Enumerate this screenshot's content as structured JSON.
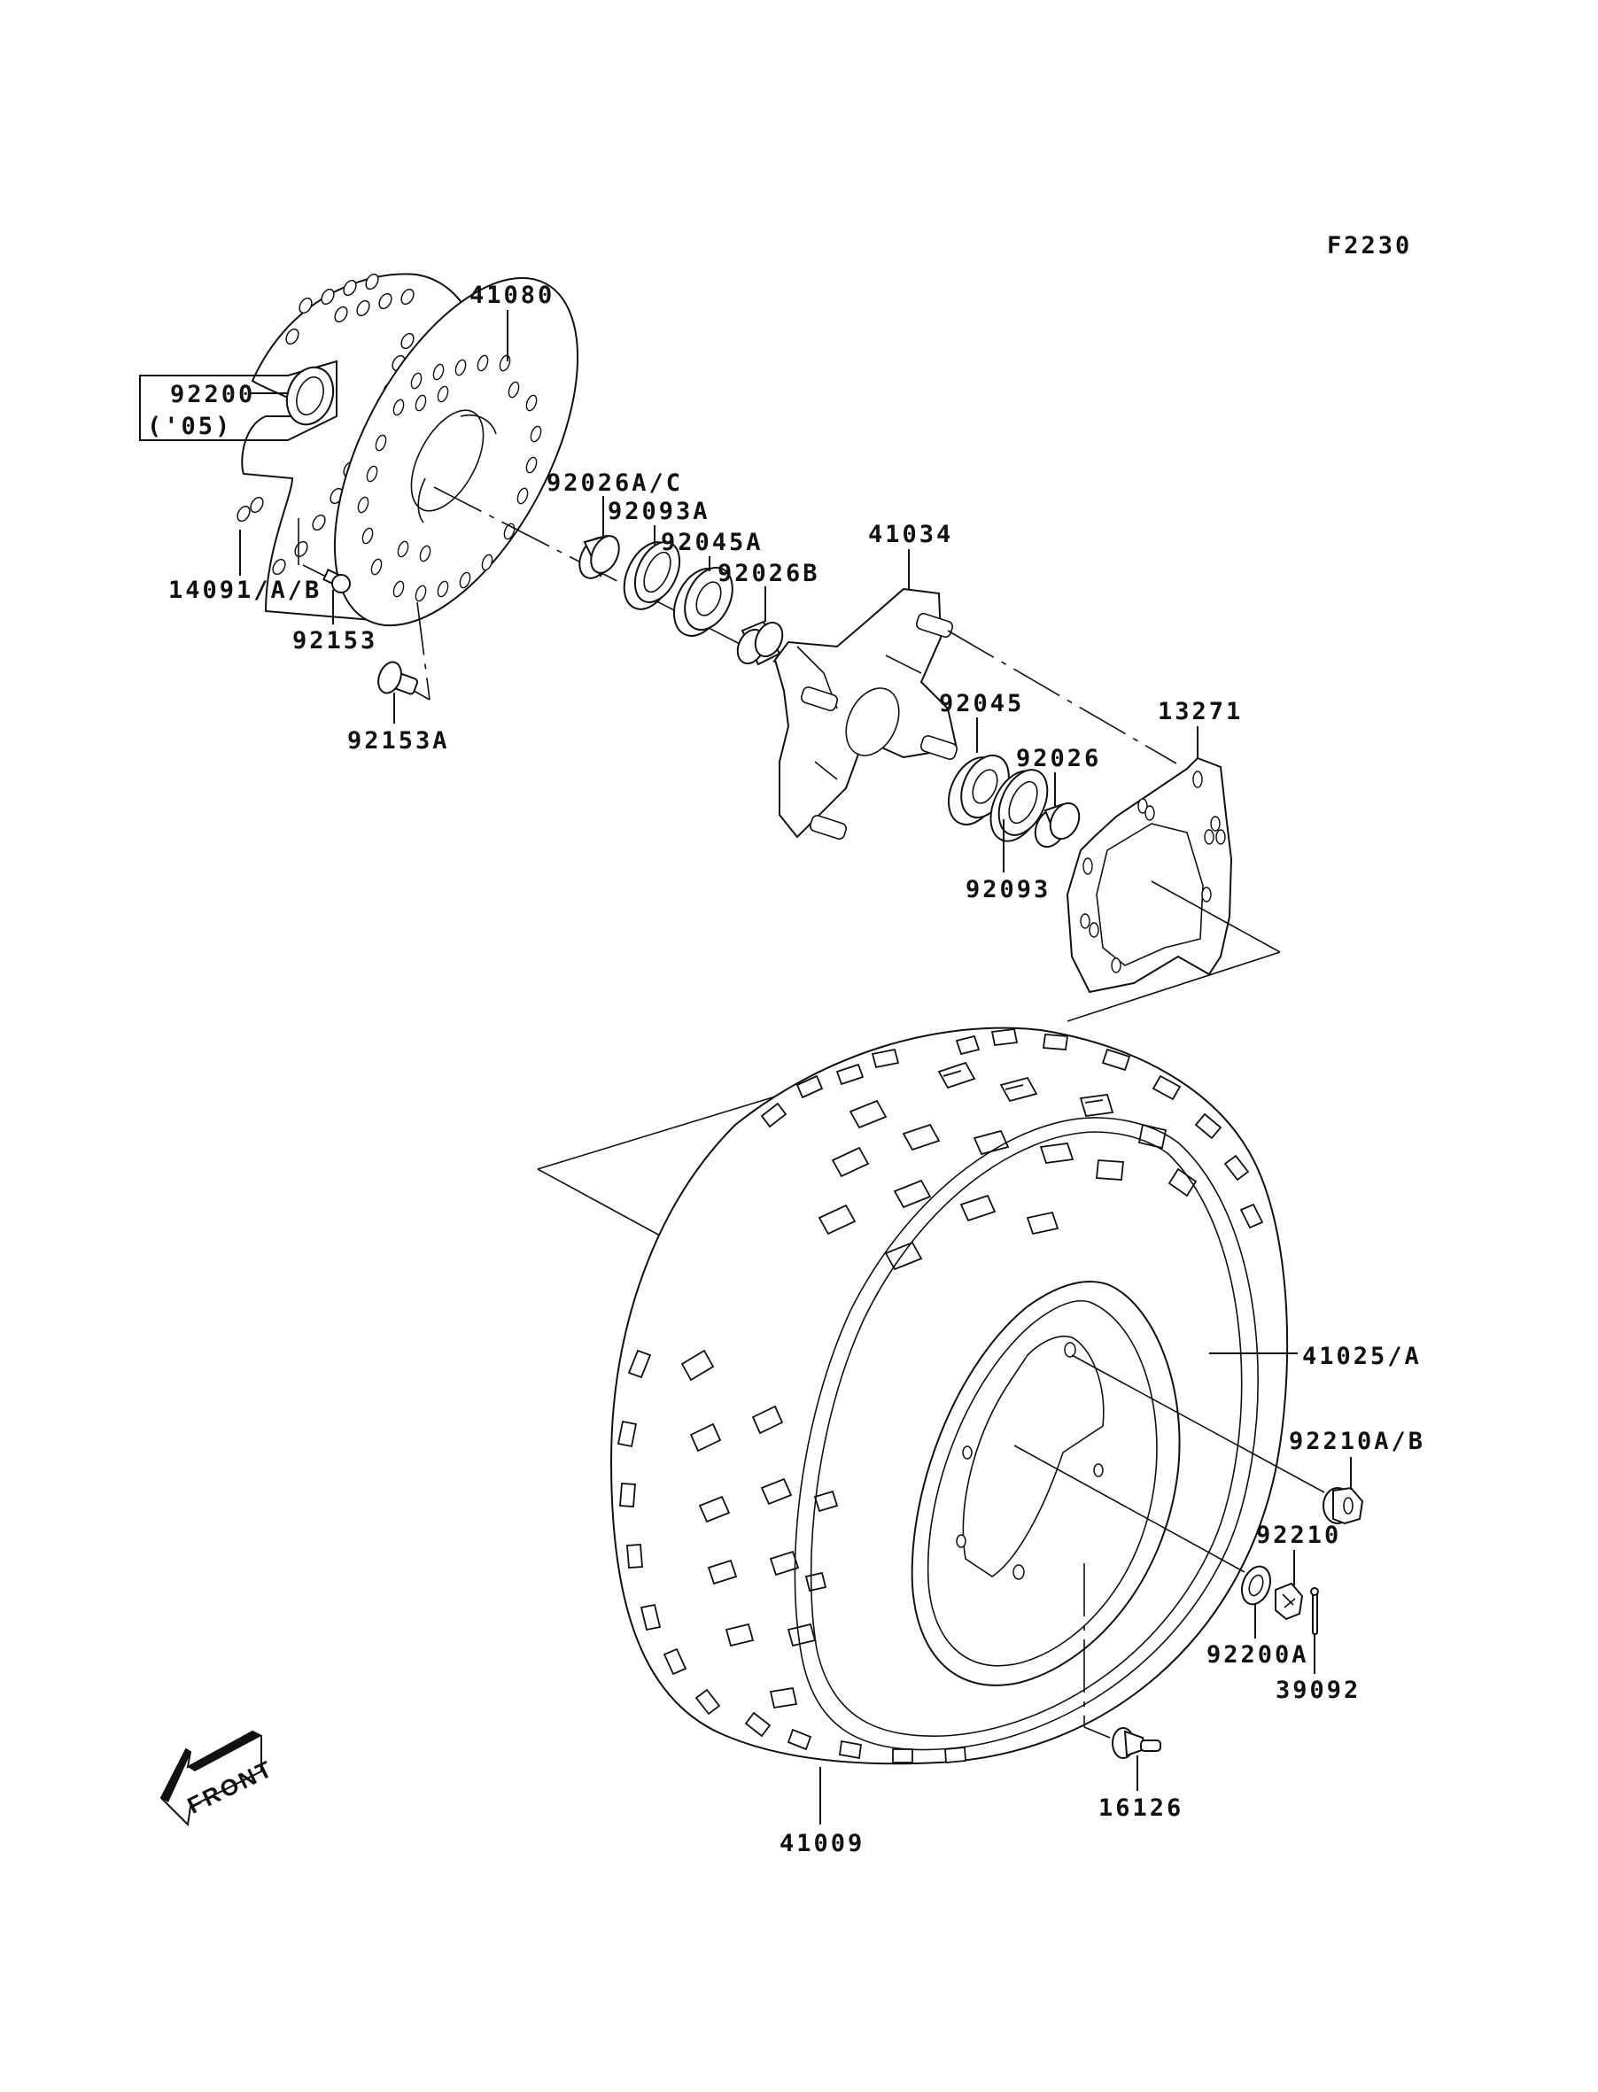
{
  "diagram": {
    "figure_code": "F2230",
    "direction_indicator": "FRONT",
    "callouts": [
      {
        "id": "41080",
        "part": "brake-disc"
      },
      {
        "id": "92200",
        "note": "('05)",
        "part": "washer"
      },
      {
        "id": "14091/A/B",
        "part": "disc-cover"
      },
      {
        "id": "92153",
        "part": "bolt"
      },
      {
        "id": "92153A",
        "part": "bolt"
      },
      {
        "id": "92026A/C",
        "part": "spacer-collar"
      },
      {
        "id": "92093A",
        "part": "oil-seal"
      },
      {
        "id": "92045A",
        "part": "ball-bearing"
      },
      {
        "id": "92026B",
        "part": "spacer"
      },
      {
        "id": "41034",
        "part": "wheel-hub"
      },
      {
        "id": "92045",
        "part": "ball-bearing"
      },
      {
        "id": "92026",
        "part": "spacer"
      },
      {
        "id": "92093",
        "part": "oil-seal"
      },
      {
        "id": "13271",
        "part": "guard-plate"
      },
      {
        "id": "41025/A",
        "part": "wheel-rim"
      },
      {
        "id": "92210A/B",
        "part": "wheel-nut"
      },
      {
        "id": "92210",
        "part": "castle-nut"
      },
      {
        "id": "92200A",
        "part": "washer"
      },
      {
        "id": "39092",
        "part": "cotter-pin"
      },
      {
        "id": "16126",
        "part": "valve-stem"
      },
      {
        "id": "41009",
        "part": "tire"
      }
    ]
  }
}
